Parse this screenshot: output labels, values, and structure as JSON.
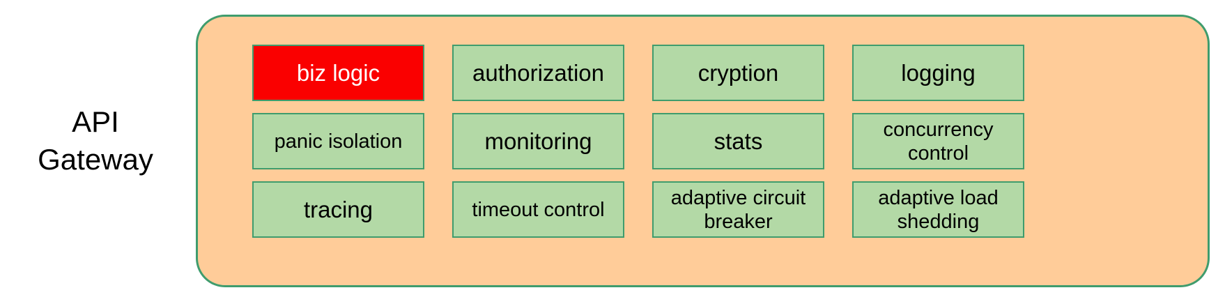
{
  "diagram": {
    "side_label": "API\nGateway",
    "panel": {
      "fill_color": "#ffcc99",
      "border_color": "#3f9c6d"
    },
    "box_style": {
      "fill_color": "#b3d9a6",
      "border_color": "#3f9c6d",
      "highlight_fill_color": "#fa0000",
      "highlight_text_color": "#ffffff"
    },
    "features": [
      {
        "label": "biz logic",
        "highlight": true,
        "size": "lg"
      },
      {
        "label": "authorization",
        "highlight": false,
        "size": "lg"
      },
      {
        "label": "cryption",
        "highlight": false,
        "size": "lg"
      },
      {
        "label": "logging",
        "highlight": false,
        "size": "lg"
      },
      {
        "label": "panic isolation",
        "highlight": false,
        "size": "sm"
      },
      {
        "label": "monitoring",
        "highlight": false,
        "size": "lg"
      },
      {
        "label": "stats",
        "highlight": false,
        "size": "lg"
      },
      {
        "label": "concurrency\ncontrol",
        "highlight": false,
        "size": "sm"
      },
      {
        "label": "tracing",
        "highlight": false,
        "size": "lg"
      },
      {
        "label": "timeout control",
        "highlight": false,
        "size": "sm"
      },
      {
        "label": "adaptive circuit\nbreaker",
        "highlight": false,
        "size": "sm"
      },
      {
        "label": "adaptive load\nshedding",
        "highlight": false,
        "size": "sm"
      }
    ]
  }
}
